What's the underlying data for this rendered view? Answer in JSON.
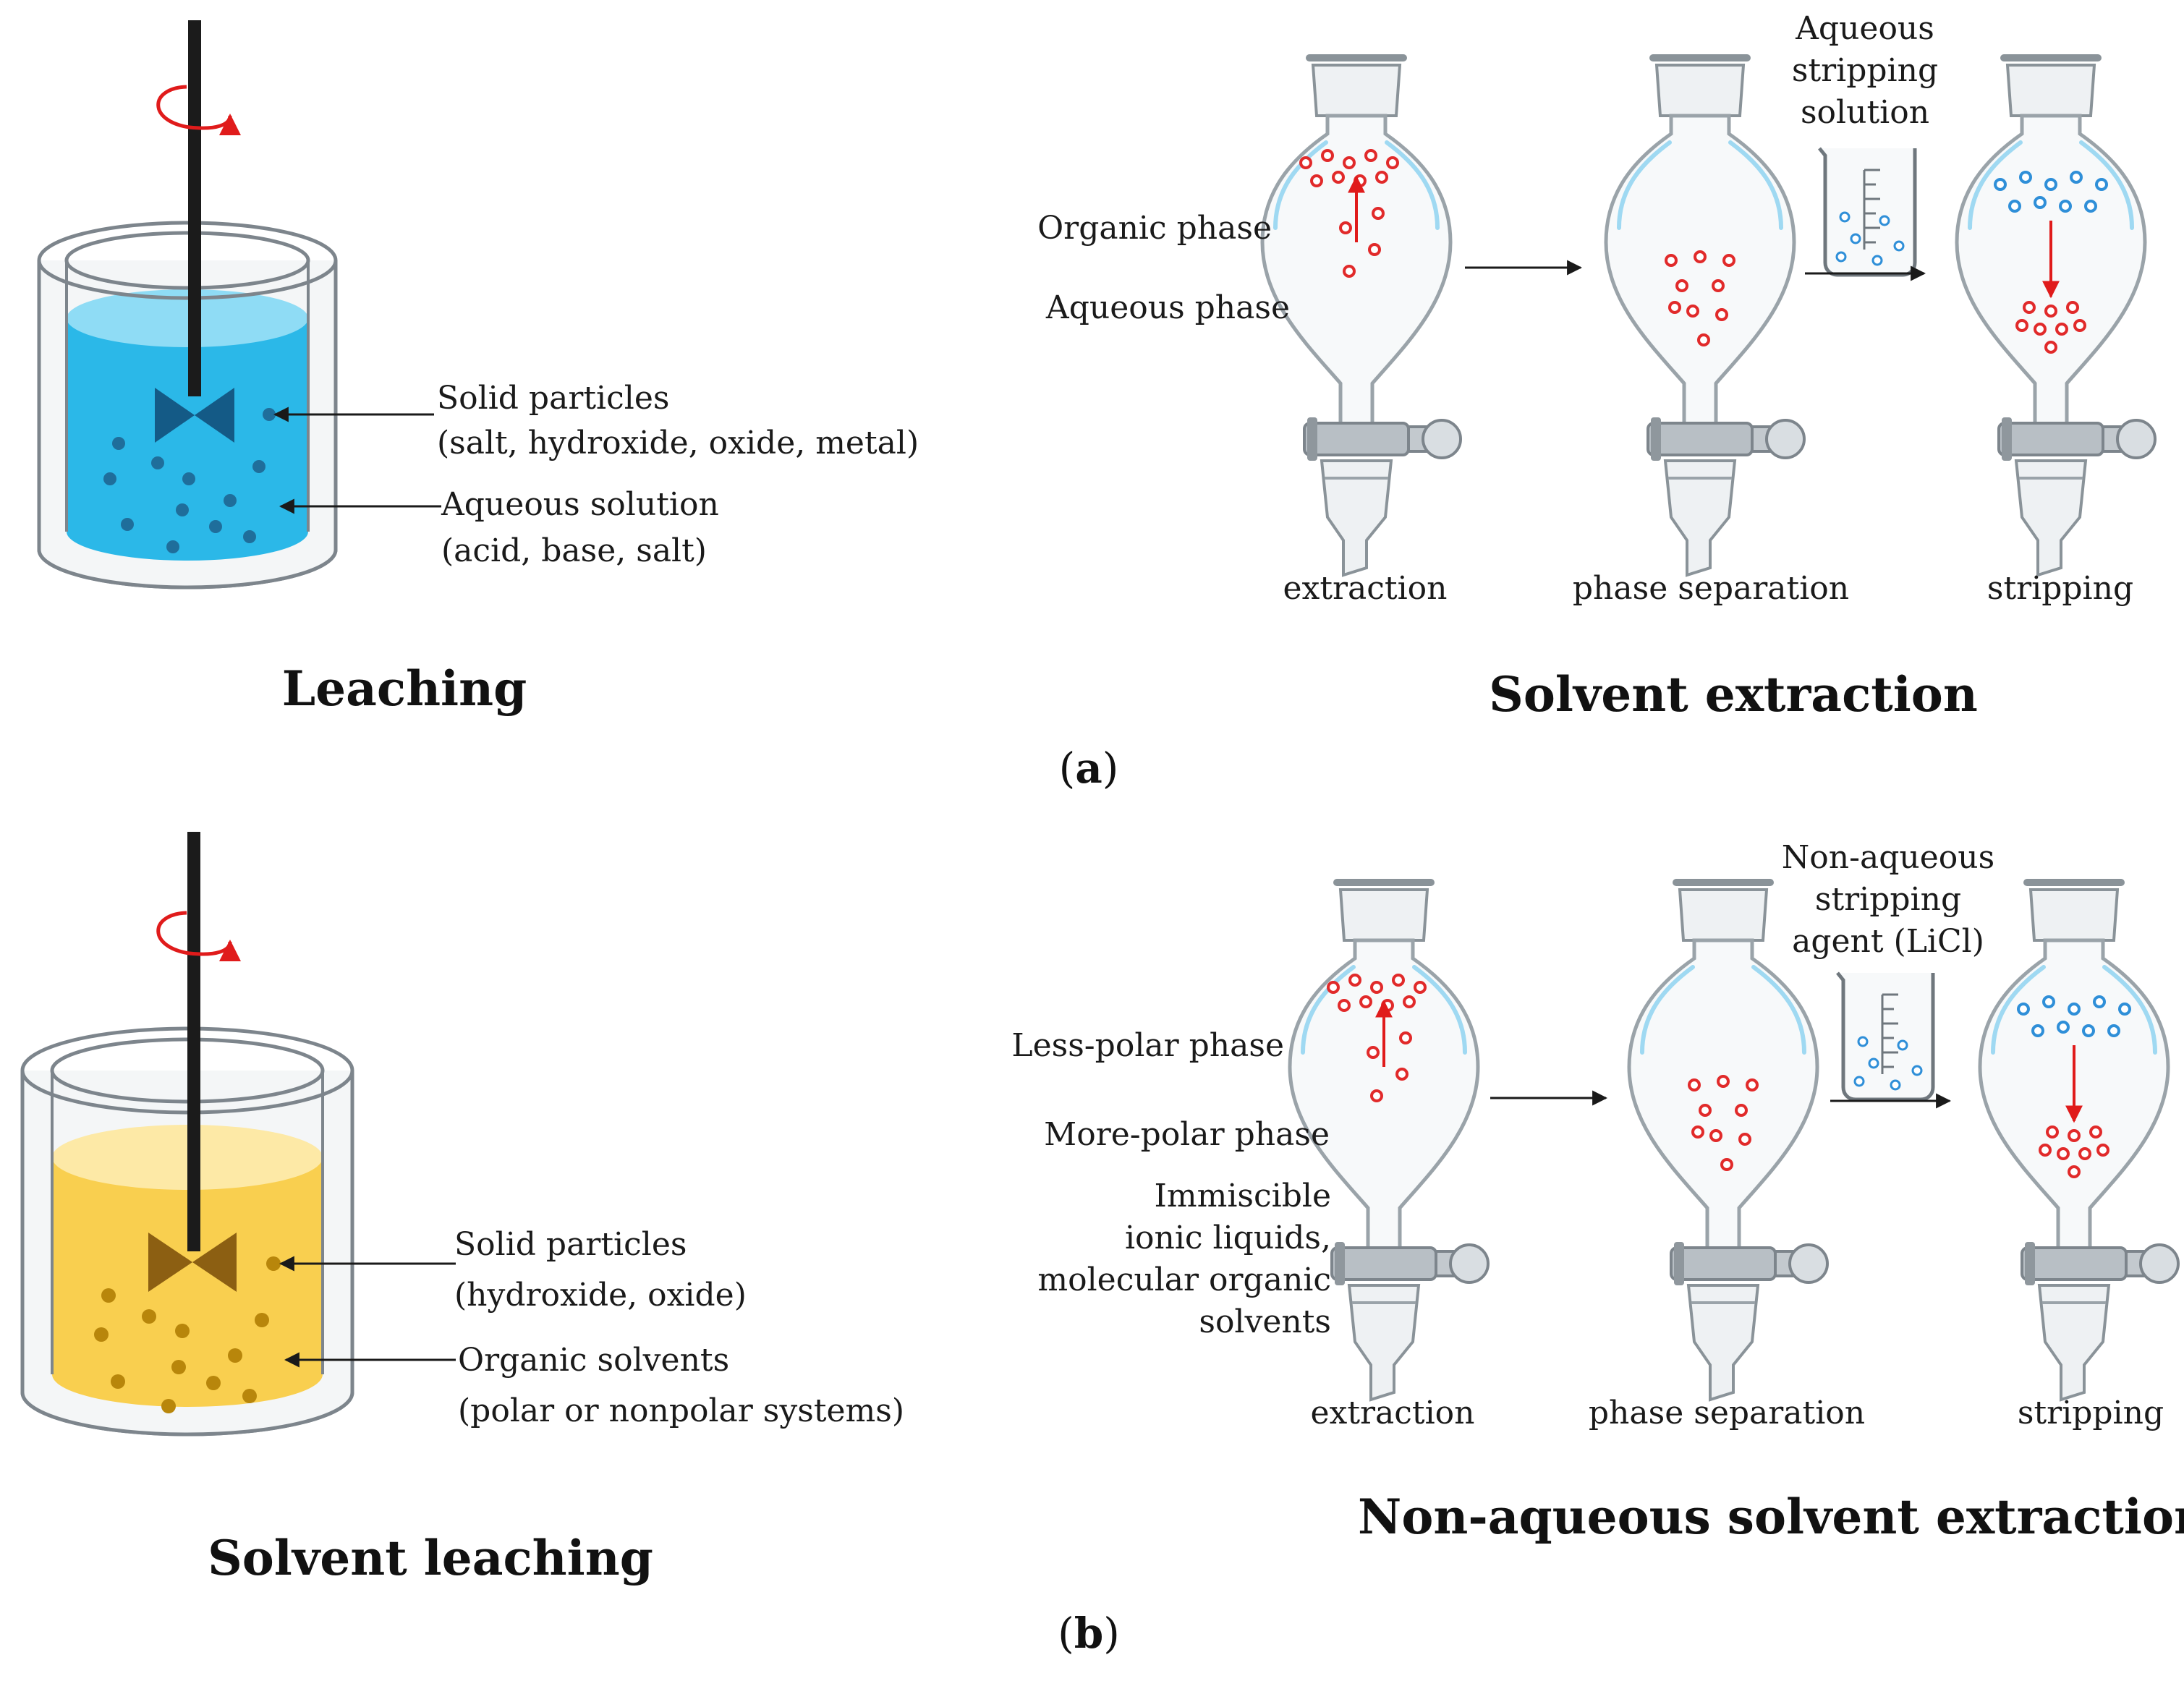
{
  "colors": {
    "aqueous": "#2bb8e8",
    "aqueous_light": "#bfe9f8",
    "organic": "#f9cf4f",
    "organic_light": "#fde9a6",
    "organic_phase": "#fbedc4",
    "more_polar": "#f6b70f",
    "stripping_red": "#e8462c",
    "strip_agent": "#f2a47e",
    "impeller_blue": "#145a86",
    "impeller_gold": "#8c5f12",
    "glass": "#c9d0d6",
    "glass_dark": "#7d858c",
    "particle_red": "#e12a2a",
    "particle_blue": "#2f8fd8",
    "arrow_red": "#e01b1b"
  },
  "panel_a": {
    "leaching": {
      "title": "Leaching",
      "solid_particles": "Solid particles",
      "solid_particles_detail": "(salt, hydroxide, oxide, metal)",
      "solution": "Aqueous solution",
      "solution_detail": "(acid, base, salt)"
    },
    "extraction": {
      "title": "Solvent extraction",
      "upper_phase": "Organic phase",
      "lower_phase": "Aqueous phase",
      "stripping_line1": "Aqueous",
      "stripping_line2": "stripping",
      "stripping_line3": "solution",
      "step1": "extraction",
      "step2": "phase separation",
      "step3": "stripping"
    },
    "panel_label_open": "(",
    "panel_label_letter": "a",
    "panel_label_close": ")"
  },
  "panel_b": {
    "leaching": {
      "title": "Solvent leaching",
      "solid_particles": "Solid particles",
      "solid_particles_detail": "(hydroxide, oxide)",
      "solution": "Organic solvents",
      "solution_detail": "(polar or nonpolar systems)"
    },
    "extraction": {
      "title": "Non-aqueous solvent extraction",
      "upper_phase": "Less-polar phase",
      "lower_phase": "More-polar phase",
      "immiscible_line1": "Immiscible",
      "immiscible_line2": "ionic liquids,",
      "immiscible_line3": "molecular organic",
      "immiscible_line4": "solvents",
      "stripping_line1": "Non-aqueous",
      "stripping_line2": "stripping",
      "stripping_line3": "agent (LiCl)",
      "step1": "extraction",
      "step2": "phase separation",
      "step3": "stripping"
    },
    "panel_label_open": "(",
    "panel_label_letter": "b",
    "panel_label_close": ")"
  }
}
